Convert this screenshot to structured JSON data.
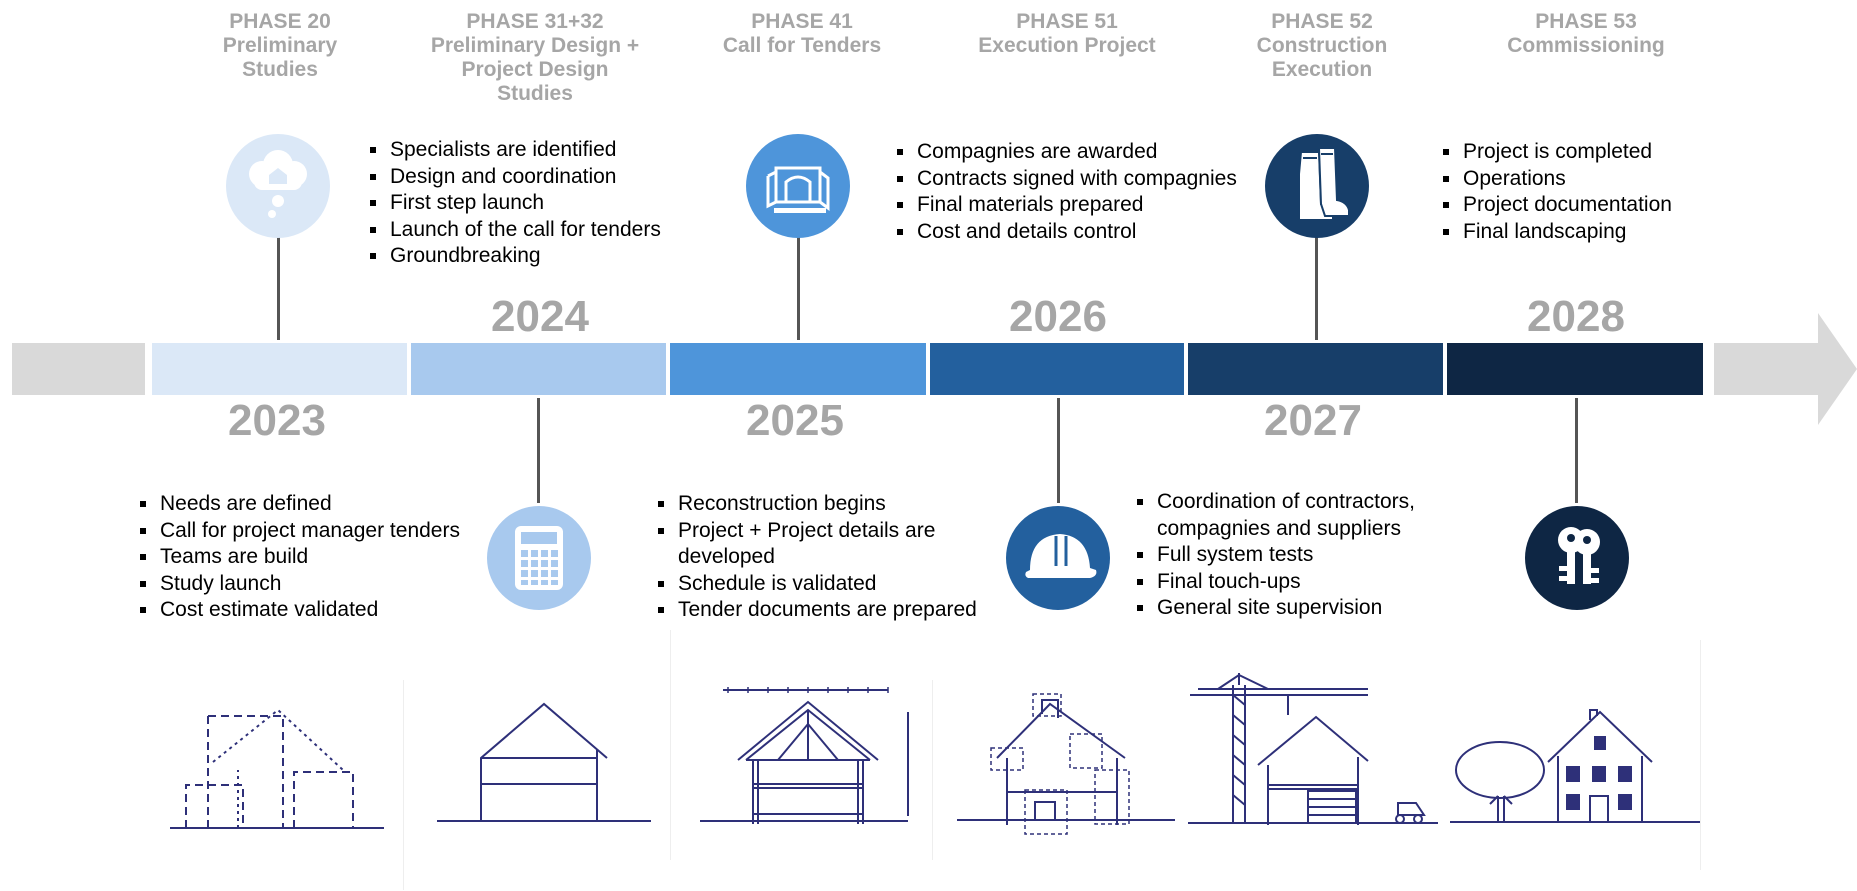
{
  "phases": [
    {
      "code": "PHASE 20",
      "name": "Preliminary\nStudies"
    },
    {
      "code": "PHASE 31+32",
      "name": "Preliminary Design +\nProject Design\nStudies"
    },
    {
      "code": "PHASE 41",
      "name": "Call for Tenders"
    },
    {
      "code": "PHASE 51",
      "name": "Execution Project"
    },
    {
      "code": "PHASE 52",
      "name": "Construction\nExecution"
    },
    {
      "code": "PHASE 53",
      "name": "Commissioning"
    }
  ],
  "years": [
    "2023",
    "2024",
    "2025",
    "2026",
    "2027",
    "2028"
  ],
  "bullets": {
    "p2024": [
      "Specialists are identified",
      "Design and coordination",
      "First step launch",
      "Launch of the call for tenders",
      "Groundbreaking"
    ],
    "p2026": [
      "Compagnies are awarded",
      "Contracts signed with compagnies",
      "Final materials prepared",
      "Cost and details control"
    ],
    "p2028": [
      "Project is completed",
      "Operations",
      "Project documentation",
      "Final landscaping"
    ],
    "p2023": [
      "Needs are defined",
      "Call for project manager tenders",
      "Teams are build",
      "Study launch",
      "Cost estimate validated"
    ],
    "p2025": [
      "Reconstruction begins",
      "Project + Project details are developed",
      "Schedule is validated",
      "Tender documents are prepared"
    ],
    "p2027": [
      "Coordination of contractors, compagnies and suppliers",
      "Full system tests",
      "Final touch-ups",
      "General site supervision"
    ]
  },
  "colors": {
    "timeline_gray": "#d9d9d9",
    "seg2023": "#dbe8f7",
    "seg2024": "#a8c9ee",
    "seg2025": "#4e95da",
    "seg2026": "#23609e",
    "seg2027": "#173e69",
    "seg2028": "#0e2644",
    "line_art": "#2e3079"
  },
  "icons": [
    "thought-cloud-house-icon",
    "calculator-icon",
    "blueprint-rolls-icon",
    "hard-hat-icon",
    "rubber-boots-icon",
    "keys-icon"
  ]
}
